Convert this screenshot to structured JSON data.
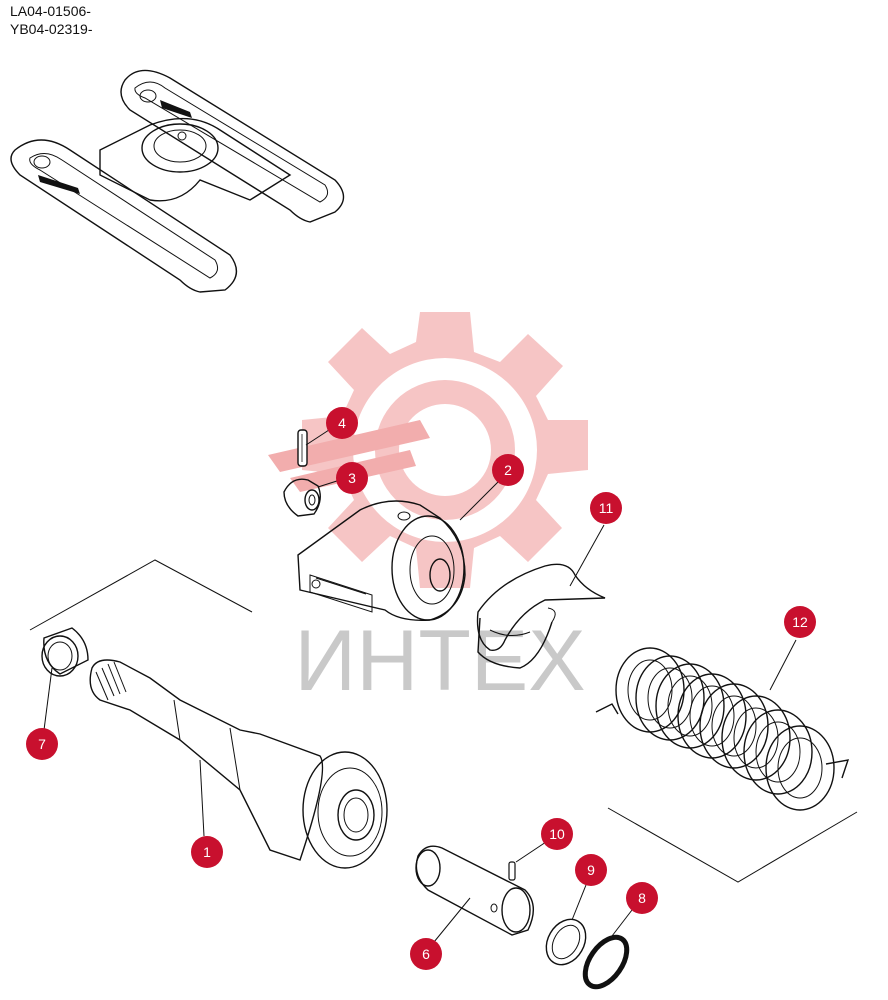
{
  "header": {
    "serial_line_1": "LA04-01506-",
    "serial_line_2": "YB04-02319-"
  },
  "watermark": {
    "text": "ИНТЕХ",
    "gear_color": "#f4b9b9",
    "text_color": "#c9c9c9"
  },
  "callouts": [
    {
      "number": "1",
      "part": "shaft"
    },
    {
      "number": "2",
      "part": "bracket"
    },
    {
      "number": "3",
      "part": "nut"
    },
    {
      "number": "4",
      "part": "pin"
    },
    {
      "number": "6",
      "part": "pin"
    },
    {
      "number": "7",
      "part": "bushing"
    },
    {
      "number": "8",
      "part": "o-ring"
    },
    {
      "number": "9",
      "part": "ring"
    },
    {
      "number": "10",
      "part": "spring-pin"
    },
    {
      "number": "11",
      "part": "plate"
    },
    {
      "number": "12",
      "part": "spring"
    }
  ],
  "colors": {
    "badge": "#c8102e",
    "line": "#111111",
    "background": "#ffffff"
  },
  "icons": [
    "track-frame-thumbnail-icon",
    "gear-watermark-icon"
  ]
}
